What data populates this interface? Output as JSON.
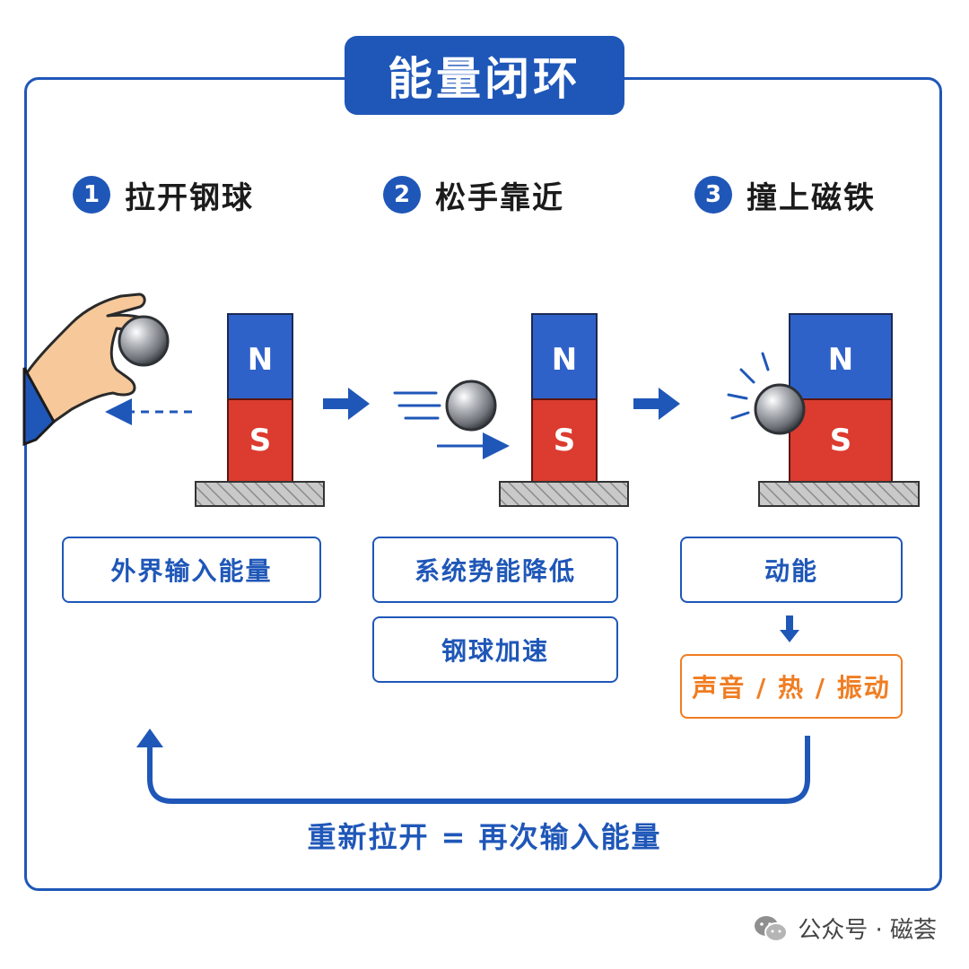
{
  "title": "能量闭环",
  "steps": [
    {
      "num": "1",
      "label": "拉开钢球"
    },
    {
      "num": "2",
      "label": "松手靠近"
    },
    {
      "num": "3",
      "label": "撞上磁铁"
    }
  ],
  "magnet": {
    "north": "N",
    "south": "S"
  },
  "boxes": {
    "input": "外界输入能量",
    "potential": "系统势能降低",
    "accelerate": "钢球加速",
    "kinetic": "动能",
    "output": "声音 / 热 / 振动"
  },
  "loop_caption": "重新拉开 = 再次输入能量",
  "footer": {
    "source": "公众号 · 磁荟"
  },
  "colors": {
    "primary": "#1f57b8",
    "north": "#2f62c9",
    "south": "#dc3b2f",
    "output": "#f07d22"
  },
  "icons": [
    "hand-icon",
    "steel-ball-icon",
    "bar-magnet-icon",
    "arrow-right-icon",
    "wechat-icon"
  ]
}
